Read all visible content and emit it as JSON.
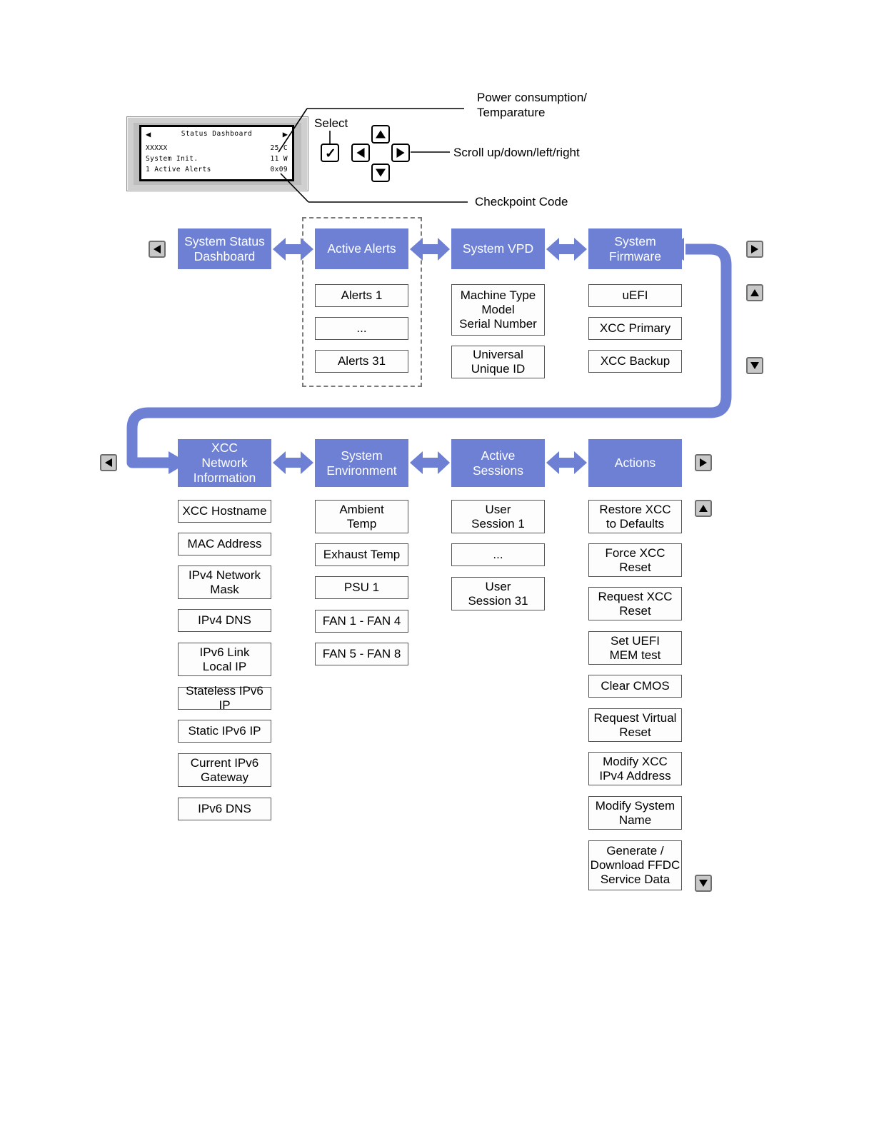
{
  "lcd": {
    "title": "Status Dashboard",
    "left_arrow": "◀",
    "right_arrow": "▶",
    "rows": [
      {
        "label": "XXXXX",
        "value": "25 C"
      },
      {
        "label": "System Init.",
        "value": "11 W"
      },
      {
        "label": "1 Active Alerts",
        "value": "0x09"
      }
    ]
  },
  "keypad": {
    "select_label": "Select",
    "select_glyph": "✓",
    "up": "▲",
    "down": "▼",
    "left": "◀",
    "right": "▶"
  },
  "callouts": {
    "power_temp": "Power consumption/\nTemparature",
    "scroll": "Scroll up/down/left/right",
    "checkpoint": "Checkpoint Code"
  },
  "colors": {
    "header_blue": "#6d80d4",
    "connector_blue": "#6d80d4",
    "item_border": "#555555",
    "nav_button_face": "#c8c8c8"
  },
  "row1": {
    "columns": [
      {
        "header": "System Status\nDashboard",
        "items": []
      },
      {
        "header": "Active Alerts",
        "items": [
          "Alerts 1",
          "...",
          "Alerts 31"
        ],
        "grouped": true
      },
      {
        "header": "System VPD",
        "items": [
          "Machine Type\nModel\nSerial Number",
          "Universal\nUnique ID"
        ]
      },
      {
        "header": "System\nFirmware",
        "items": [
          "uEFI",
          "XCC Primary",
          "XCC Backup"
        ]
      }
    ]
  },
  "row2": {
    "columns": [
      {
        "header": "XCC\nNetwork\nInformation",
        "items": [
          "XCC Hostname",
          "MAC Address",
          "IPv4 Network\nMask",
          "IPv4 DNS",
          "IPv6 Link\nLocal IP",
          "Stateless IPv6 IP",
          "Static IPv6 IP",
          "Current IPv6\nGateway",
          "IPv6 DNS"
        ]
      },
      {
        "header": "System\nEnvironment",
        "items": [
          "Ambient\nTemp",
          "Exhaust Temp",
          "PSU 1",
          "FAN 1 - FAN 4",
          "FAN 5 - FAN 8"
        ]
      },
      {
        "header": "Active\nSessions",
        "items": [
          "User\nSession 1",
          "...",
          "User\nSession 31"
        ]
      },
      {
        "header": "Actions",
        "items": [
          "Restore XCC\nto Defaults",
          "Force XCC\nReset",
          "Request XCC\nReset",
          "Set UEFI\nMEM test",
          "Clear CMOS",
          "Request Virtual\nReset",
          "Modify XCC\nIPv4 Address",
          "Modify System\nName",
          "Generate /\nDownload FFDC\nService Data"
        ]
      }
    ]
  }
}
